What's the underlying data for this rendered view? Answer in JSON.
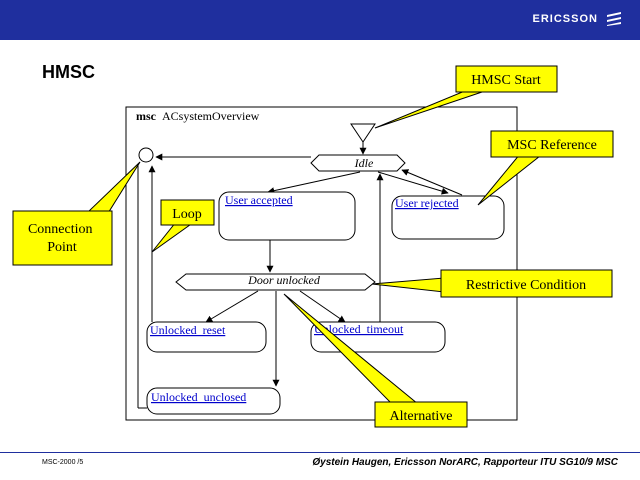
{
  "header": {
    "logo_text": "ERICSSON"
  },
  "slide": {
    "title": "HMSC"
  },
  "msc": {
    "keyword": "msc",
    "name": "ACsystemOverview"
  },
  "nodes": {
    "idle": "Idle",
    "user_accepted": "User accepted",
    "user_rejected": "User rejected",
    "door_unlocked": "Door unlocked",
    "unlocked_reset": "Unlocked_reset",
    "unlocked_timeout": "Unlocked_timeout",
    "unlocked_unclosed": "Unlocked_unclosed"
  },
  "callouts": {
    "hmsc_start": "HMSC Start",
    "msc_reference": "MSC Reference",
    "connection_point": "Connection Point",
    "loop": "Loop",
    "restrictive_condition": "Restrictive Condition",
    "alternative": "Alternative"
  },
  "footer": {
    "left": "MSC-2000 /5",
    "right": "Øystein Haugen, Ericsson NorARC, Rapporteur ITU SG10/9 MSC"
  },
  "colors": {
    "header_bg": "#1f2f9e",
    "callout_fill": "#ffff00",
    "link_text": "#0000cc"
  }
}
